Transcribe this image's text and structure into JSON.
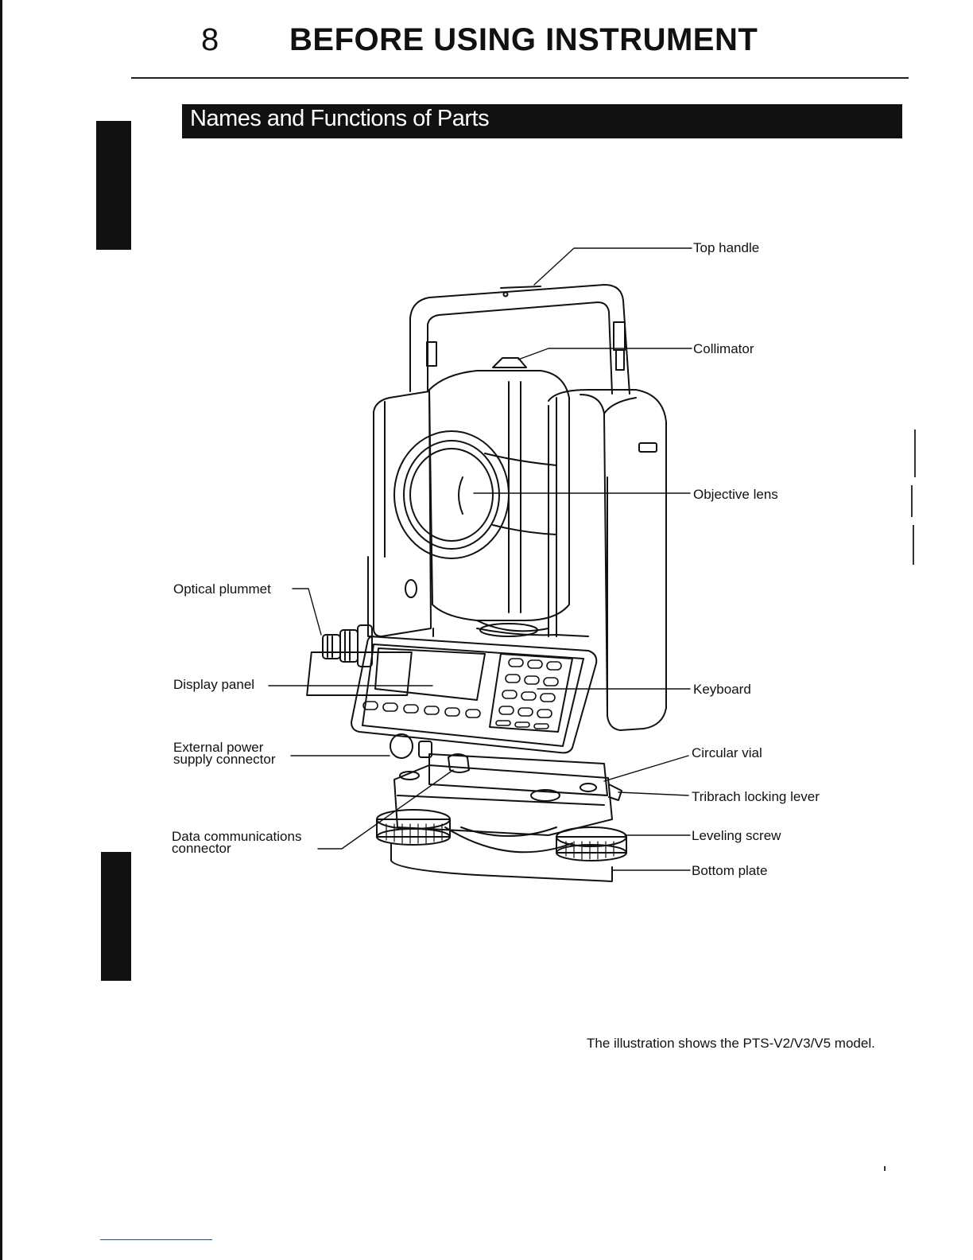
{
  "header": {
    "page_number": "8",
    "title": "BEFORE USING INSTRUMENT"
  },
  "section": {
    "title": "Names and Functions of Parts"
  },
  "labels": {
    "top_handle": "Top handle",
    "collimator": "Collimator",
    "objective_lens": "Objective lens",
    "optical_plummet": "Optical plummet",
    "display_panel": "Display panel",
    "keyboard": "Keyboard",
    "external_power_line1": "External power",
    "external_power_line2": "supply connector",
    "circular_vial": "Circular vial",
    "tribrach_locking_lever": "Tribrach locking lever",
    "data_comm_line1": "Data communications",
    "data_comm_line2": "connector",
    "leveling_screw": "Leveling screw",
    "bottom_plate": "Bottom plate"
  },
  "caption": "The illustration shows the PTS-V2/V3/V5 model."
}
